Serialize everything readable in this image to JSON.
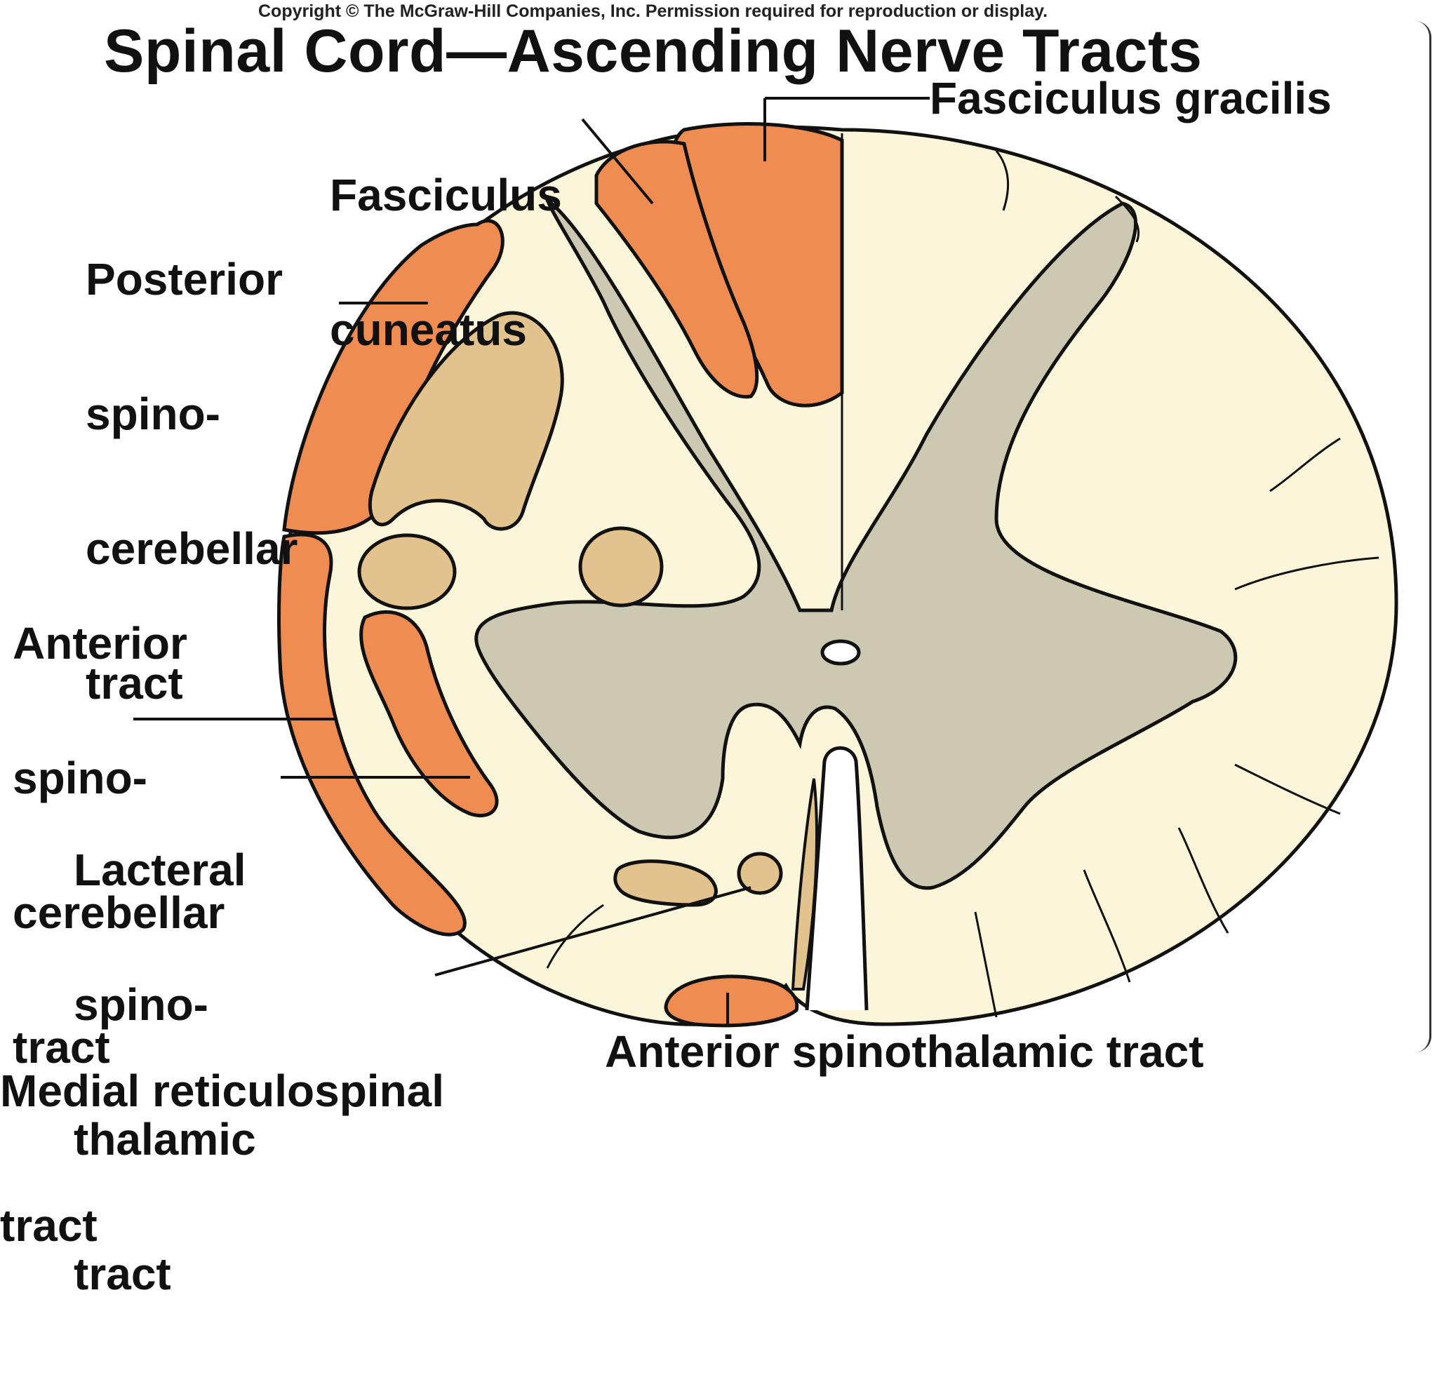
{
  "copyright": "Copyright © The McGraw-Hill Companies, Inc. Permission required for reproduction or display.",
  "title": "Spinal Cord—Ascending Nerve Tracts",
  "labels": {
    "fasciculus_cuneatus": [
      "Fasciculus",
      "cuneatus"
    ],
    "fasciculus_gracilis": "Fasciculus gracilis",
    "posterior_spinocerebellar": [
      "Posterior",
      "spino-",
      "cerebellar",
      "tract"
    ],
    "anterior_spinocerebellar": [
      "Anterior",
      "spino-",
      "cerebellar",
      "tract"
    ],
    "lateral_spinothalamic": [
      "Lacteral",
      "spino-",
      "thalamic",
      "tract"
    ],
    "medial_reticulospinal": [
      "Medial reticulospinal",
      "tract"
    ],
    "anterior_spinothalamic": "Anterior spinothalamic tract"
  },
  "colors": {
    "white_matter": "#fbf6da",
    "gray_matter": "#cdc8b1",
    "ascending_tract": "#ee8c52",
    "descending_tract": "#e2c28d",
    "outline": "#111111"
  }
}
